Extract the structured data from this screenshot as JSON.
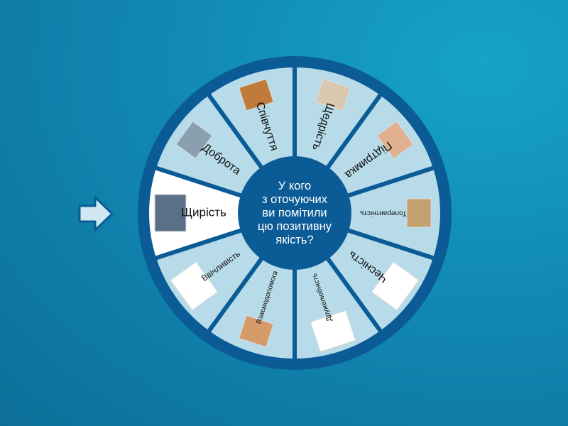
{
  "center_question": [
    "У кого",
    "з оточуючих",
    "ви помітили",
    "цю позитивну",
    "якість?"
  ],
  "selected_index": 0,
  "segments": [
    {
      "label": "Щирість",
      "icon": "portrait-image"
    },
    {
      "label": "Доброта",
      "icon": "kindness-image"
    },
    {
      "label": "Співчуття",
      "icon": "compassion-image"
    },
    {
      "label": "Щедрість",
      "icon": "generosity-image"
    },
    {
      "label": "Підтримка",
      "icon": "support-hands-image"
    },
    {
      "label": "Толерантність",
      "icon": "tolerance-image"
    },
    {
      "label": "Чесність",
      "icon": "honesty-image"
    },
    {
      "label": "Дружелюбність",
      "icon": "friendship-image"
    },
    {
      "label": "Взаємодопомога",
      "icon": "mutual-help-image"
    },
    {
      "label": "Ввічливість",
      "icon": "politeness-image"
    }
  ],
  "colors": {
    "ring": "#0b5c96",
    "segment": "#b7dbe8",
    "selected": "#ffffff",
    "center": "#0b5c96"
  }
}
